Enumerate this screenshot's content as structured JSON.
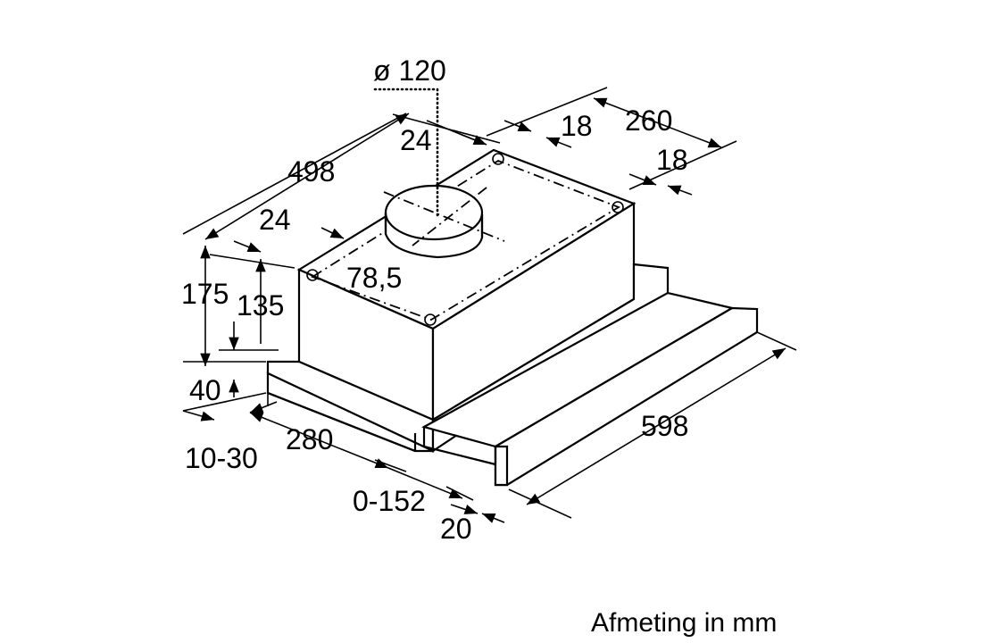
{
  "diagram": {
    "dimensions": {
      "duct_diameter": "ø 120",
      "depth_top": "260",
      "offset_18_top": "18",
      "offset_18_right": "18",
      "offset_24_top": "24",
      "width_498": "498",
      "offset_24_left": "24",
      "height_175": "175",
      "height_135": "135",
      "duct_offset": "78,5",
      "height_40": "40",
      "offset_10_30": "10-30",
      "depth_280": "280",
      "extension_0_152": "0-152",
      "front_20": "20",
      "width_598": "598"
    },
    "caption": "Afmeting in mm"
  }
}
